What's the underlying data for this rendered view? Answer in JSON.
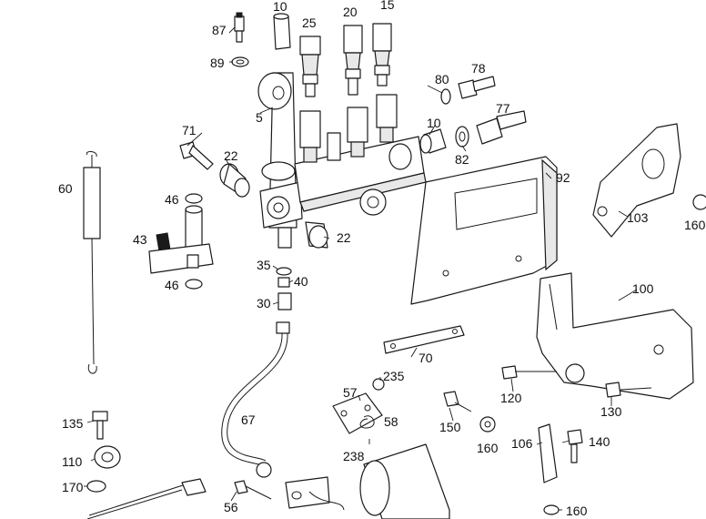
{
  "callouts": [
    {
      "id": "c10a",
      "text": "10"
    },
    {
      "id": "c20",
      "text": "20"
    },
    {
      "id": "c15",
      "text": "15"
    },
    {
      "id": "c87",
      "text": "87"
    },
    {
      "id": "c25",
      "text": "25"
    },
    {
      "id": "c89",
      "text": "89"
    },
    {
      "id": "c80",
      "text": "80"
    },
    {
      "id": "c78",
      "text": "78"
    },
    {
      "id": "c5",
      "text": "5"
    },
    {
      "id": "c71",
      "text": "71"
    },
    {
      "id": "c10b",
      "text": "10"
    },
    {
      "id": "c77",
      "text": "77"
    },
    {
      "id": "c22a",
      "text": "22"
    },
    {
      "id": "c82",
      "text": "82"
    },
    {
      "id": "c92",
      "text": "92"
    },
    {
      "id": "c60",
      "text": "60"
    },
    {
      "id": "c46a",
      "text": "46"
    },
    {
      "id": "c103",
      "text": "103"
    },
    {
      "id": "c160a",
      "text": "160"
    },
    {
      "id": "c43",
      "text": "43"
    },
    {
      "id": "c22b",
      "text": "22"
    },
    {
      "id": "c35",
      "text": "35"
    },
    {
      "id": "c40",
      "text": "40"
    },
    {
      "id": "c46b",
      "text": "46"
    },
    {
      "id": "c30",
      "text": "30"
    },
    {
      "id": "c100",
      "text": "100"
    },
    {
      "id": "c70",
      "text": "70"
    },
    {
      "id": "c235",
      "text": "235"
    },
    {
      "id": "c57",
      "text": "57"
    },
    {
      "id": "c120",
      "text": "120"
    },
    {
      "id": "c130",
      "text": "130"
    },
    {
      "id": "c67",
      "text": "67"
    },
    {
      "id": "c58",
      "text": "58"
    },
    {
      "id": "c135",
      "text": "135"
    },
    {
      "id": "c150",
      "text": "150"
    },
    {
      "id": "c160b",
      "text": "160"
    },
    {
      "id": "c106",
      "text": "106"
    },
    {
      "id": "c140",
      "text": "140"
    },
    {
      "id": "c238",
      "text": "238"
    },
    {
      "id": "c110",
      "text": "110"
    },
    {
      "id": "c170",
      "text": "170"
    },
    {
      "id": "c56",
      "text": "56"
    },
    {
      "id": "c160c",
      "text": "160"
    }
  ]
}
